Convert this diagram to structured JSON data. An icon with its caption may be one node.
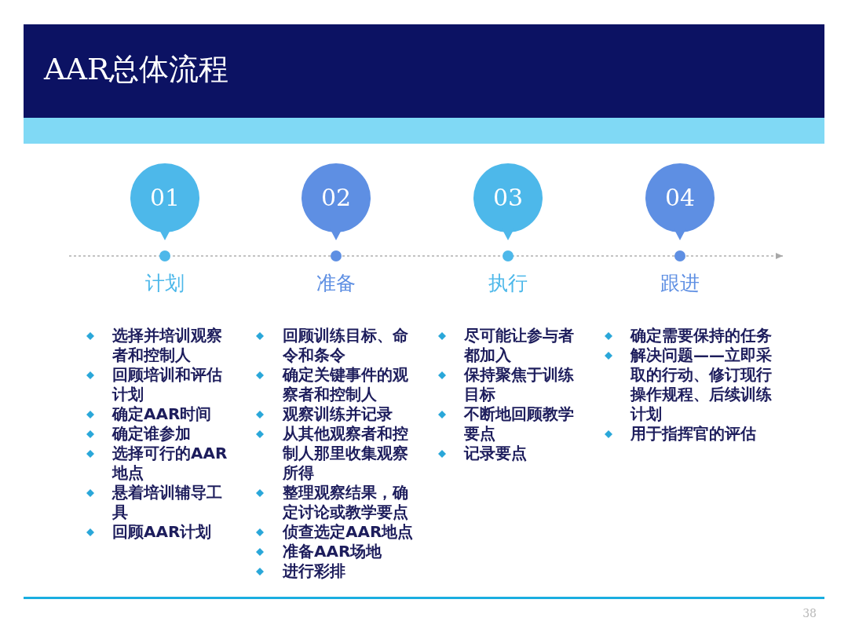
{
  "diagram": {
    "title": "AAR总体流程",
    "nodes": [
      {
        "text": [
          "01"
        ],
        "beside": [
          "计划"
        ]
      },
      {
        "text": [
          "02"
        ],
        "beside": [
          "准备"
        ]
      },
      {
        "text": [
          "03"
        ],
        "beside": [
          "执行"
        ]
      },
      {
        "text": [
          "04"
        ],
        "beside": [
          "跟进"
        ]
      }
    ],
    "labels": [
      "选择并培训观察者和控制人",
      "回顾培训和评估计划",
      "确定AAR时间",
      "确定谁参加",
      "选择可行的AAR地点",
      "悬着培训辅导工具",
      "回顾AAR计划",
      "回顾训练目标、命令和条令",
      "确定关键事件的观察者和控制人",
      "观察训练并记录",
      "从其他观察者和控制人那里收集观察所得",
      "整理观察结果，确定讨论或教学要点",
      "侦查选定AAR地点",
      "准备AAR场地",
      "进行彩排",
      "尽可能让参与者都加入",
      "保持聚焦于训练目标",
      "不断地回顾教学要点",
      "记录要点",
      "确定需要保持的任务",
      "解决问题——立即采取的行动、修订现行操作规程、后续训练计划",
      "用于指挥官的评估",
      "38"
    ]
  }
}
